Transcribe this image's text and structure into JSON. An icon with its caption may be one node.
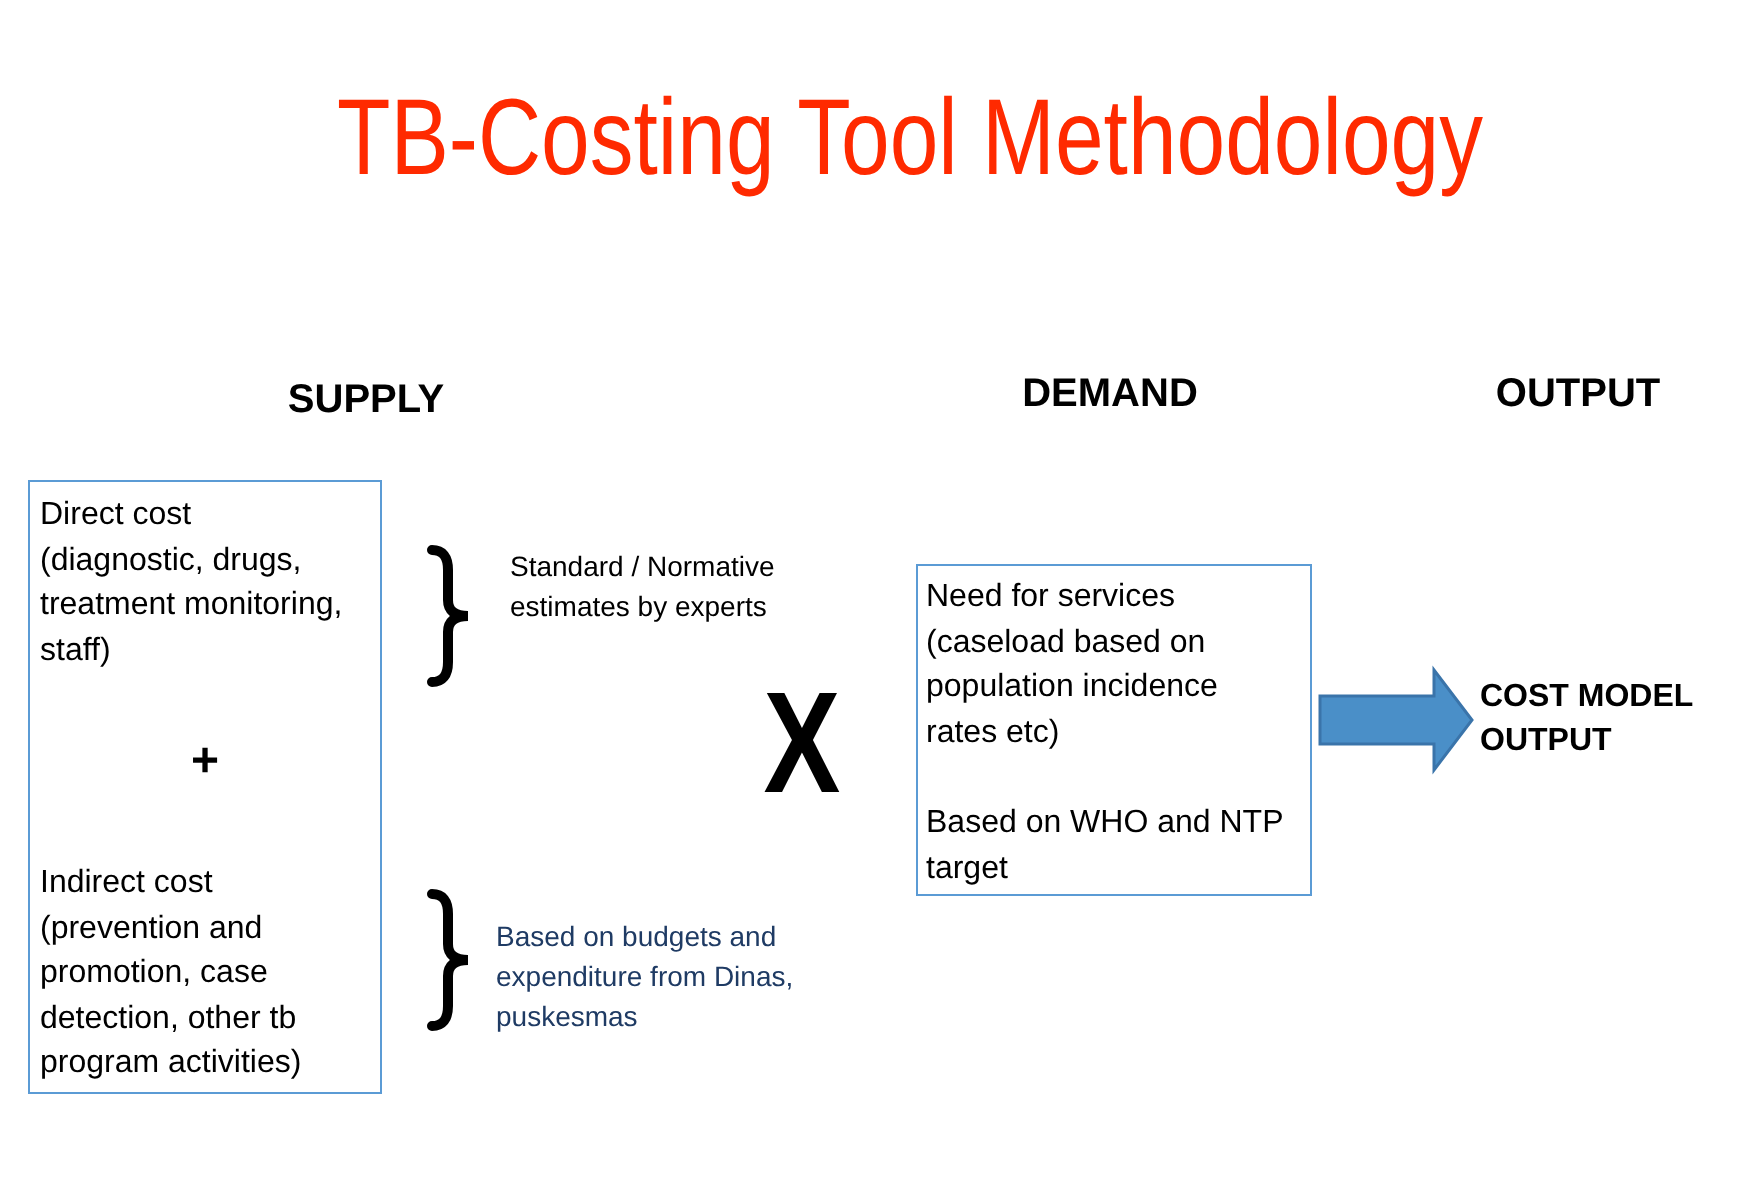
{
  "diagram": {
    "title": "TB-Costing Tool Methodology",
    "nodes": [
      {
        "text": [
          "Direct cost (diagnostic, drugs, treatment monitoring, staff)",
          "+",
          "Indirect cost (prevention and promotion, case detection, other tb program activities)"
        ]
      },
      {
        "text": [
          "Need for services (caseload based on population incidence rates etc)",
          "Based on WHO and NTP target"
        ]
      },
      {
        "text": [
          "COST MODEL OUTPUT"
        ]
      }
    ],
    "edges": [
      {
        "from": 1,
        "to": 2,
        "arrow": "to",
        "style": "thick"
      }
    ],
    "labels": [
      "SUPPLY",
      "DEMAND",
      "OUTPUT",
      "Standard / Normative estimates by experts",
      "X",
      "Based on budgets and expenditure from Dinas, puskesmas"
    ]
  }
}
